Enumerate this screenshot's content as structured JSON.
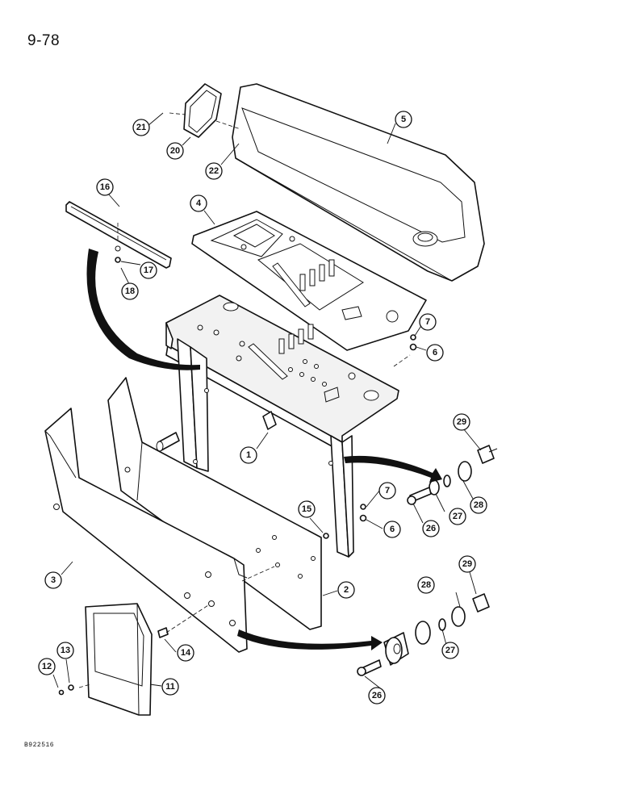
{
  "page_number": "9-78",
  "figure_code": "B922516",
  "callouts": [
    {
      "label": "1"
    },
    {
      "label": "2"
    },
    {
      "label": "3"
    },
    {
      "label": "4"
    },
    {
      "label": "5"
    },
    {
      "label": "6"
    },
    {
      "label": "6"
    },
    {
      "label": "7"
    },
    {
      "label": "7"
    },
    {
      "label": "11"
    },
    {
      "label": "12"
    },
    {
      "label": "13"
    },
    {
      "label": "14"
    },
    {
      "label": "15"
    },
    {
      "label": "16"
    },
    {
      "label": "17"
    },
    {
      "label": "18"
    },
    {
      "label": "20"
    },
    {
      "label": "21"
    },
    {
      "label": "22"
    },
    {
      "label": "26"
    },
    {
      "label": "26"
    },
    {
      "label": "27"
    },
    {
      "label": "27"
    },
    {
      "label": "28"
    },
    {
      "label": "28"
    },
    {
      "label": "29"
    },
    {
      "label": "29"
    }
  ]
}
